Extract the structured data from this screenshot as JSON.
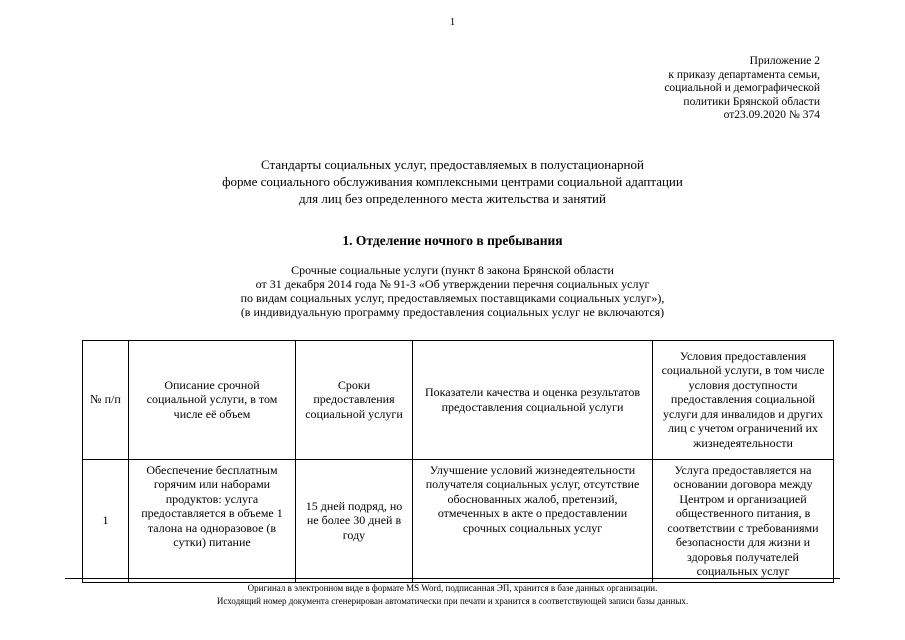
{
  "page": {
    "number": "1"
  },
  "annex": {
    "lines": [
      "Приложение 2",
      "к приказу департамента семьи,",
      "социальной и демографической",
      "политики Брянской области",
      "от23.09.2020 № 374"
    ]
  },
  "title": {
    "lines": [
      "Стандарты социальных услуг, предоставляемых в полустационарной",
      "форме социального обслуживания комплексными центрами социальной адаптации",
      "для лиц без определенного места жительства и занятий"
    ]
  },
  "section_heading": "1.  Отделение ночного в пребывания",
  "intro": {
    "lines": [
      "Срочные социальные услуги (пункт 8 закона Брянской области",
      "от 31 декабря 2014 года № 91-З «Об утверждении перечня социальных услуг",
      "по видам социальных услуг, предоставляемых поставщиками социальных услуг»),",
      "(в индивидуальную программу предоставления социальных услуг не включаются)"
    ]
  },
  "table": {
    "headers": [
      "№ п/п",
      "Описание срочной социальной услуги, в том числе её объем",
      "Сроки предоставления социальной услуги",
      "Показатели качества и оценка результатов предоставления социальной услуги",
      "Условия предоставления социальной услуги, в том числе условия доступности предоставления социальной услуги для инвалидов и других лиц с учетом ограничений их жизнедеятельности"
    ],
    "rows": [
      [
        "1",
        "Обеспечение бесплатным горячим или наборами продуктов: услуга предоставляется в объеме 1 талона на одноразовое (в сутки) питание",
        "15 дней подряд, но не более 30 дней в году",
        "Улучшение условий жизнедеятельности получателя социальных услуг, отсутствие обоснованных жалоб, претензий, отмеченных в  акте о предоставлении срочных социальных услуг",
        "Услуга предоставляется на основании  договора между Центром и организацией общественного питания,  в соответствии с требованиями безопасности для жизни и здоровья получателей социальных услуг"
      ]
    ]
  },
  "footer": {
    "note1": "Оригинал в электронном виде в формате MS Word, подписанная ЭП, хранится в базе данных организации.",
    "note2": "Исходящий номер документа сгенерирован автоматически при печати и хранится в соответствующей записи базы данных."
  }
}
